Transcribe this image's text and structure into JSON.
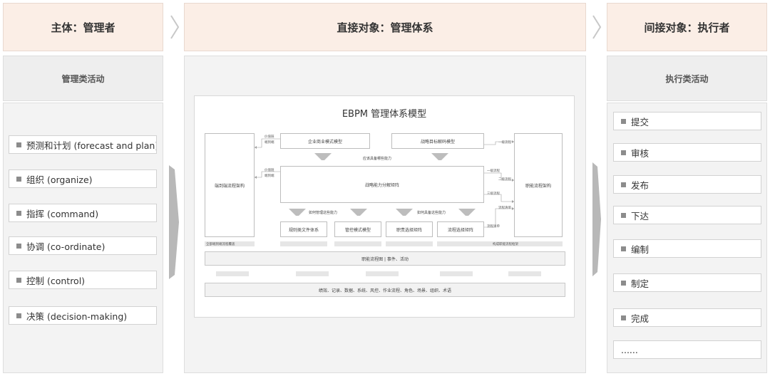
{
  "headers": {
    "left": "主体：管理者",
    "center": "直接对象：管理体系",
    "right": "间接对象：执行者"
  },
  "left": {
    "subtitle": "管理类活动",
    "items": [
      "预测和计划 (forecast and plan)",
      "组织 (organize)",
      "指挥 (command)",
      "协调 (co-ordinate)",
      "控制 (control)",
      "决策 (decision-making)"
    ]
  },
  "right": {
    "subtitle": "执行类活动",
    "items": [
      "提交",
      "审核",
      "发布",
      "下达",
      "编制",
      "制定",
      "完成",
      "......"
    ]
  },
  "model": {
    "title": "EBPM 管理体系模型",
    "left_box": "端到端流程架构",
    "right_box": "职能流程架构",
    "top_box_1": "企业商业模式模型",
    "top_box_2": "战略目标解码模型",
    "top_caption": "应该具备哪些能力",
    "center_box": "战略能力分解矩阵",
    "mid_caption_1": "如何管理这些能力",
    "mid_caption_2": "如何具备这些能力",
    "bottom_boxes": [
      "规则类文件体系",
      "管控模式模型",
      "职责选择矩阵",
      "流程选择矩阵"
    ],
    "left_small_1": [
      "价值链",
      "端到端"
    ],
    "left_small_2": [
      "价值链",
      "端到端"
    ],
    "right_small": [
      "一级流程",
      "二级流程",
      "三级流程",
      "流程清单"
    ],
    "below_left": "全部端到端流程覆盖",
    "below_right": "构成职能流程框架",
    "bar_1": "职能流程图 | 事件、活动",
    "bar_2": "绩效、记录、数据、系统、风控、作业流程、角色、场景、组织、术语"
  },
  "colors": {
    "header_bg": "#fbeee6",
    "panel_bg": "#f3f3f3",
    "arrow": "#b8b8b8"
  }
}
